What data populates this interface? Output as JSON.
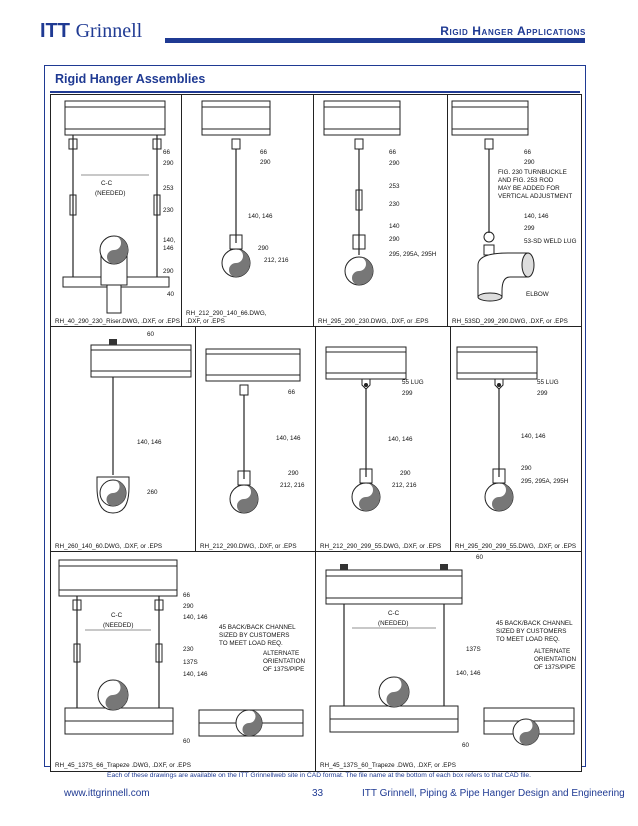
{
  "header": {
    "logo_bold": "ITT",
    "logo_rest": "Grinnell",
    "section_title": "Rigid Hanger Applications"
  },
  "main": {
    "title": "Rigid Hanger Assemblies"
  },
  "colors": {
    "brand": "#1f3a93",
    "line": "#222222"
  },
  "panels": [
    {
      "caption": "RH_40_290_230_Riser.DWG, .DXF, or .EPS",
      "labels": [
        "66",
        "290",
        "C-C",
        "(NEEDED)",
        "253",
        "230",
        "140,",
        "146",
        "290",
        "40"
      ]
    },
    {
      "caption": "RH_212_290_140_66.DWG,\n.DXF, or .EPS",
      "labels": [
        "66",
        "290",
        "140, 146",
        "290",
        "212, 216"
      ]
    },
    {
      "caption": "RH_295_290_230.DWG, .DXF, or .EPS",
      "labels": [
        "66",
        "290",
        "253",
        "230",
        "140",
        "290",
        "295, 295A, 295H"
      ]
    },
    {
      "caption": "RH_53SD_299_290.DWG, .DXF, or .EPS",
      "labels": [
        "66",
        "290",
        "FIG. 230 TURNBUCKLE",
        "AND FIG. 253 ROD",
        "MAY BE ADDED FOR",
        "VERTICAL ADJUSTMENT",
        "140, 146",
        "299",
        "53-SD WELD LUG",
        "ELBOW"
      ]
    },
    {
      "caption": "RH_260_140_60.DWG, .DXF, or .EPS",
      "labels": [
        "60",
        "140, 146",
        "260"
      ]
    },
    {
      "caption": "RH_212_290.DWG, .DXF, or .EPS",
      "labels": [
        "66",
        "140, 146",
        "290",
        "212, 216"
      ]
    },
    {
      "caption": "RH_212_290_299_55.DWG, .DXF, or .EPS",
      "labels": [
        "55 LUG",
        "299",
        "140, 146",
        "290",
        "212, 216"
      ]
    },
    {
      "caption": "RH_295_290_299_55.DWG, .DXF, or .EPS",
      "labels": [
        "55 LUG",
        "299",
        "140, 146",
        "290",
        "295, 295A, 295H"
      ]
    },
    {
      "caption": "RH_45_137S_66_Trapeze .DWG, .DXF, or .EPS",
      "labels": [
        "66",
        "290",
        "140, 146",
        "C-C",
        "(NEEDED)",
        "45 BACK/BACK CHANNEL",
        "SIZED BY CUSTOMERS",
        "TO MEET LOAD REQ.",
        "230",
        "137S",
        "ALTERNATE",
        "ORIENTATION",
        "OF 137S/PIPE",
        "140, 146",
        "60"
      ]
    },
    {
      "caption": "RH_45_137S_60_Trapeze .DWG, .DXF, or .EPS",
      "labels": [
        "60",
        "C-C",
        "(NEEDED)",
        "45 BACK/BACK CHANNEL",
        "SIZED BY CUSTOMERS",
        "TO MEET LOAD REQ.",
        "137S",
        "ALTERNATE",
        "ORIENTATION",
        "OF 137S/PIPE",
        "140, 146",
        "60"
      ]
    }
  ],
  "footer": {
    "note": "Each of these drawings are available on the ITT Grinnellweb site in CAD format. The file name at the bottom of each box refers to that CAD file.",
    "url": "www.ittgrinnell.com",
    "page": "33",
    "publication": "ITT Grinnell, Piping & Pipe Hanger Design and Engineering"
  }
}
